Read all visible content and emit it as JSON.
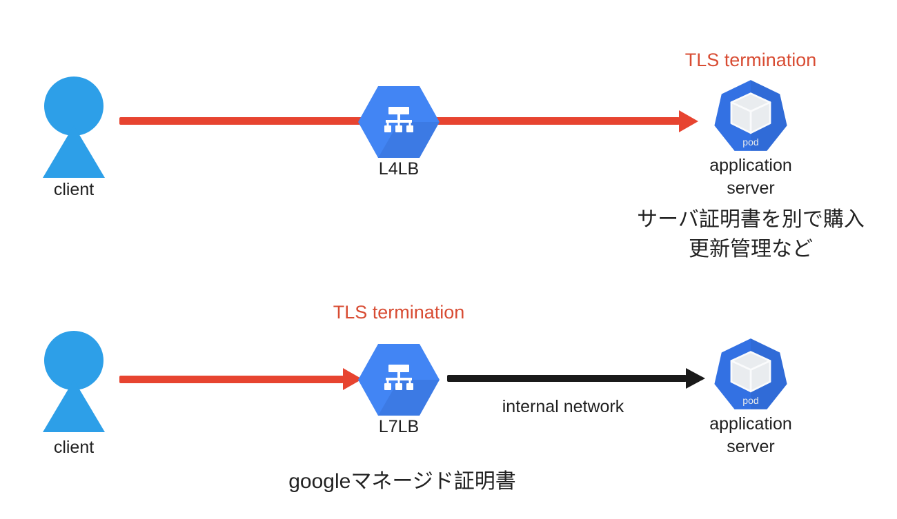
{
  "title": "TLS termination comparison diagram",
  "colors": {
    "client_blue": "#2d9fe8",
    "lb_hexagon_blue": "#4285f4",
    "pod_heptagon_blue": "#3371e3",
    "arrow_red": "#e74430",
    "tls_text_red": "#d84c33",
    "arrow_black": "#1a1a1a",
    "pod_cube_gray": "#e9ecef"
  },
  "rows": [
    {
      "client_label": "client",
      "lb_label": "L4LB",
      "tls_label": "TLS termination",
      "server_label_line1": "application",
      "server_label_line2": "server",
      "pod_label": "pod",
      "note_line1": "サーバ証明書を別で購入",
      "note_line2": "更新管理など"
    },
    {
      "client_label": "client",
      "lb_label": "L7LB",
      "tls_label": "TLS termination",
      "arrow_label": "internal network",
      "server_label_line1": "application",
      "server_label_line2": "server",
      "pod_label": "pod",
      "note": "googleマネージド証明書"
    }
  ]
}
